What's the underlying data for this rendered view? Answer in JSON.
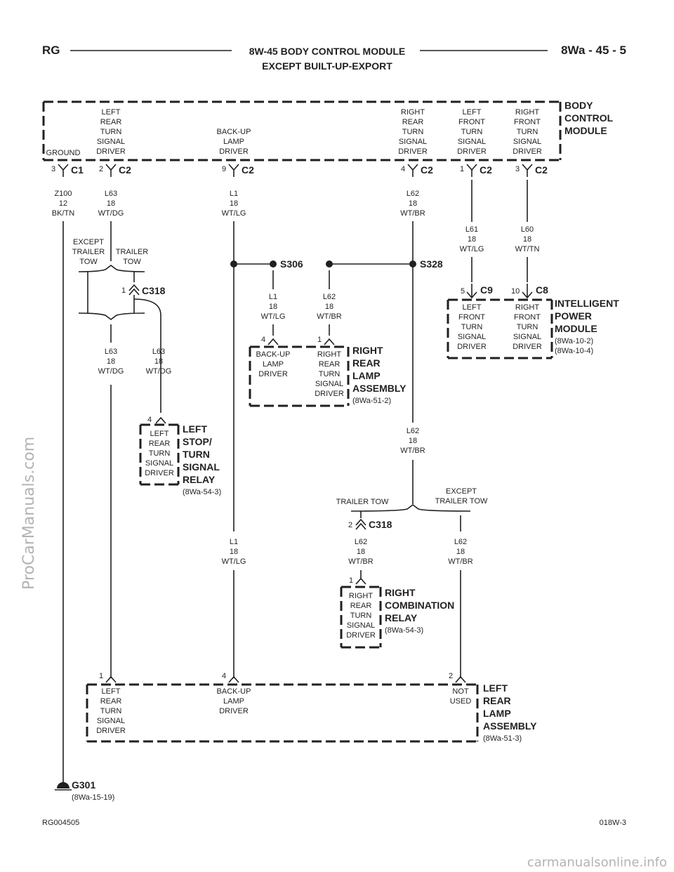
{
  "header": {
    "left": "RG",
    "title_line1": "8W-45 BODY CONTROL MODULE",
    "title_line2": "EXCEPT BUILT-UP-EXPORT",
    "right": "8Wa - 45 - 5"
  },
  "footer": {
    "left": "RG004505",
    "right": "018W-3"
  },
  "watermark": {
    "side": "ProCarManuals.com",
    "bottom": "carmanualsonline.info"
  },
  "bcm": {
    "name": [
      "BODY",
      "CONTROL",
      "MODULE"
    ],
    "pins": [
      {
        "label": [
          "GROUND"
        ],
        "cavity": "3",
        "conn": "C1",
        "wire": [
          "Z100",
          "12",
          "BK/TN"
        ]
      },
      {
        "label": [
          "LEFT",
          "REAR",
          "TURN",
          "SIGNAL",
          "DRIVER"
        ],
        "cavity": "2",
        "conn": "C2",
        "wire": [
          "L63",
          "18",
          "WT/DG"
        ]
      },
      {
        "label": [
          "BACK-UP",
          "LAMP",
          "DRIVER"
        ],
        "cavity": "9",
        "conn": "C2",
        "wire": [
          "L1",
          "18",
          "WT/LG"
        ]
      },
      {
        "label": [
          "RIGHT",
          "REAR",
          "TURN",
          "SIGNAL",
          "DRIVER"
        ],
        "cavity": "4",
        "conn": "C2",
        "wire": [
          "L62",
          "18",
          "WT/BR"
        ]
      },
      {
        "label": [
          "LEFT",
          "FRONT",
          "TURN",
          "SIGNAL",
          "DRIVER"
        ],
        "cavity": "1",
        "conn": "C2",
        "wire": [
          "L61",
          "18",
          "WT/LG"
        ]
      },
      {
        "label": [
          "RIGHT",
          "FRONT",
          "TURN",
          "SIGNAL",
          "DRIVER"
        ],
        "cavity": "3",
        "conn": "C2",
        "wire": [
          "L60",
          "18",
          "WT/TN"
        ]
      }
    ]
  },
  "branch_left": {
    "except": [
      "EXCEPT",
      "TRAILER",
      "TOW"
    ],
    "trailer": [
      "TRAILER",
      "TOW"
    ],
    "cavity": "1",
    "conn": "C318",
    "wire_a": [
      "L63",
      "18",
      "WT/DG"
    ],
    "wire_b": [
      "L63",
      "18",
      "WT/DG"
    ]
  },
  "splices": {
    "s306": "S306",
    "s328": "S328",
    "s306_wire": [
      "L1",
      "18",
      "WT/LG"
    ],
    "s328_wire": [
      "L62",
      "18",
      "WT/BR"
    ]
  },
  "ipm": {
    "name": [
      "INTELLIGENT",
      "POWER",
      "MODULE"
    ],
    "refs": [
      "(8Wa-10-2)",
      "(8Wa-10-4)"
    ],
    "c9_cavity": "5",
    "c9": "C9",
    "c8_cavity": "10",
    "c8": "C8",
    "left_label": [
      "LEFT",
      "FRONT",
      "TURN",
      "SIGNAL",
      "DRIVER"
    ],
    "right_label": [
      "RIGHT",
      "FRONT",
      "TURN",
      "SIGNAL",
      "DRIVER"
    ]
  },
  "rr_lamp": {
    "name": [
      "RIGHT",
      "REAR",
      "LAMP",
      "ASSEMBLY"
    ],
    "ref": "(8Wa-51-2)",
    "pin4": "4",
    "pin1": "1",
    "left_label": [
      "BACK-UP",
      "LAMP",
      "DRIVER"
    ],
    "right_label": [
      "RIGHT",
      "REAR",
      "TURN",
      "SIGNAL",
      "DRIVER"
    ]
  },
  "stop_relay": {
    "name": [
      "LEFT",
      "STOP/",
      "TURN",
      "SIGNAL",
      "RELAY"
    ],
    "ref": "(8Wa-54-3)",
    "pin": "4",
    "label": [
      "LEFT",
      "REAR",
      "TURN",
      "SIGNAL",
      "DRIVER"
    ]
  },
  "mid_wire": [
    "L62",
    "18",
    "WT/BR"
  ],
  "branch_right": {
    "trailer": "TRAILER TOW",
    "except": [
      "EXCEPT",
      "TRAILER TOW"
    ],
    "cavity": "2",
    "conn": "C318",
    "wire_a": [
      "L62",
      "18",
      "WT/BR"
    ],
    "wire_b": [
      "L62",
      "18",
      "WT/BR"
    ]
  },
  "l1_lower": [
    "L1",
    "18",
    "WT/LG"
  ],
  "rcr": {
    "name": [
      "RIGHT",
      "COMBINATION",
      "RELAY"
    ],
    "ref": "(8Wa-54-3)",
    "pin": "1",
    "label": [
      "RIGHT",
      "REAR",
      "TURN",
      "SIGNAL",
      "DRIVER"
    ]
  },
  "lr_lamp": {
    "name": [
      "LEFT",
      "REAR",
      "LAMP",
      "ASSEMBLY"
    ],
    "ref": "(8Wa-51-3)",
    "pin1": "1",
    "pin4": "4",
    "pin2": "2",
    "a_label": [
      "LEFT",
      "REAR",
      "TURN",
      "SIGNAL",
      "DRIVER"
    ],
    "b_label": [
      "BACK-UP",
      "LAMP",
      "DRIVER"
    ],
    "c_label": [
      "NOT",
      "USED"
    ]
  },
  "ground": {
    "name": "G301",
    "ref": "(8Wa-15-19)"
  }
}
